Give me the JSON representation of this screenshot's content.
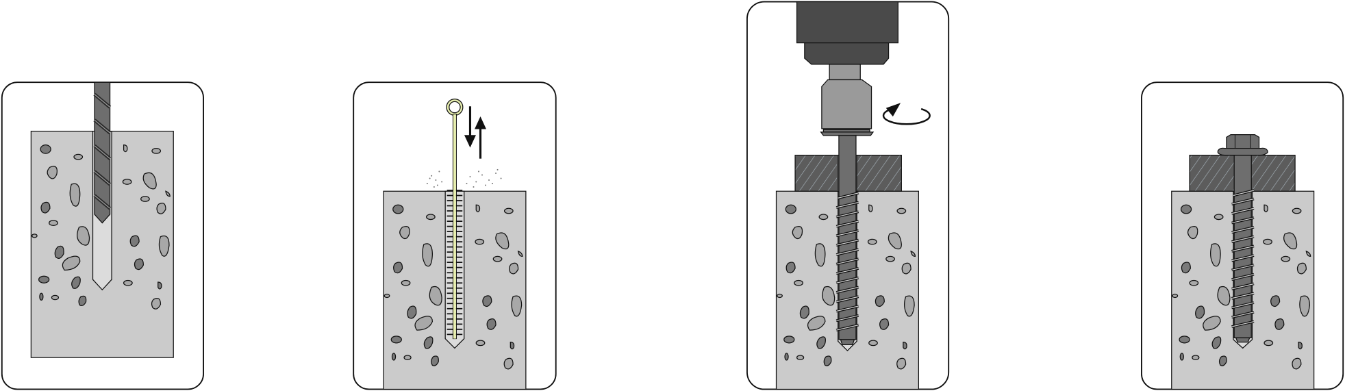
{
  "steps": [
    {
      "id": "drill-hole",
      "icon": "drill-bit-icon"
    },
    {
      "id": "clean-hole",
      "icon": "brush-icon"
    },
    {
      "id": "set-screw",
      "icon": "impact-driver-icon"
    },
    {
      "id": "installed",
      "icon": "screw-anchor-icon"
    }
  ],
  "colors": {
    "concrete": "#cbcbcb",
    "stone_dark": "#7a7a7a",
    "stone_light": "#a8a8a8",
    "steel": "#6e6e6e",
    "tool": "#4a4a4a",
    "socket": "#9a9a9a",
    "brush_wire": "#e8efb0",
    "outline": "#111111"
  }
}
